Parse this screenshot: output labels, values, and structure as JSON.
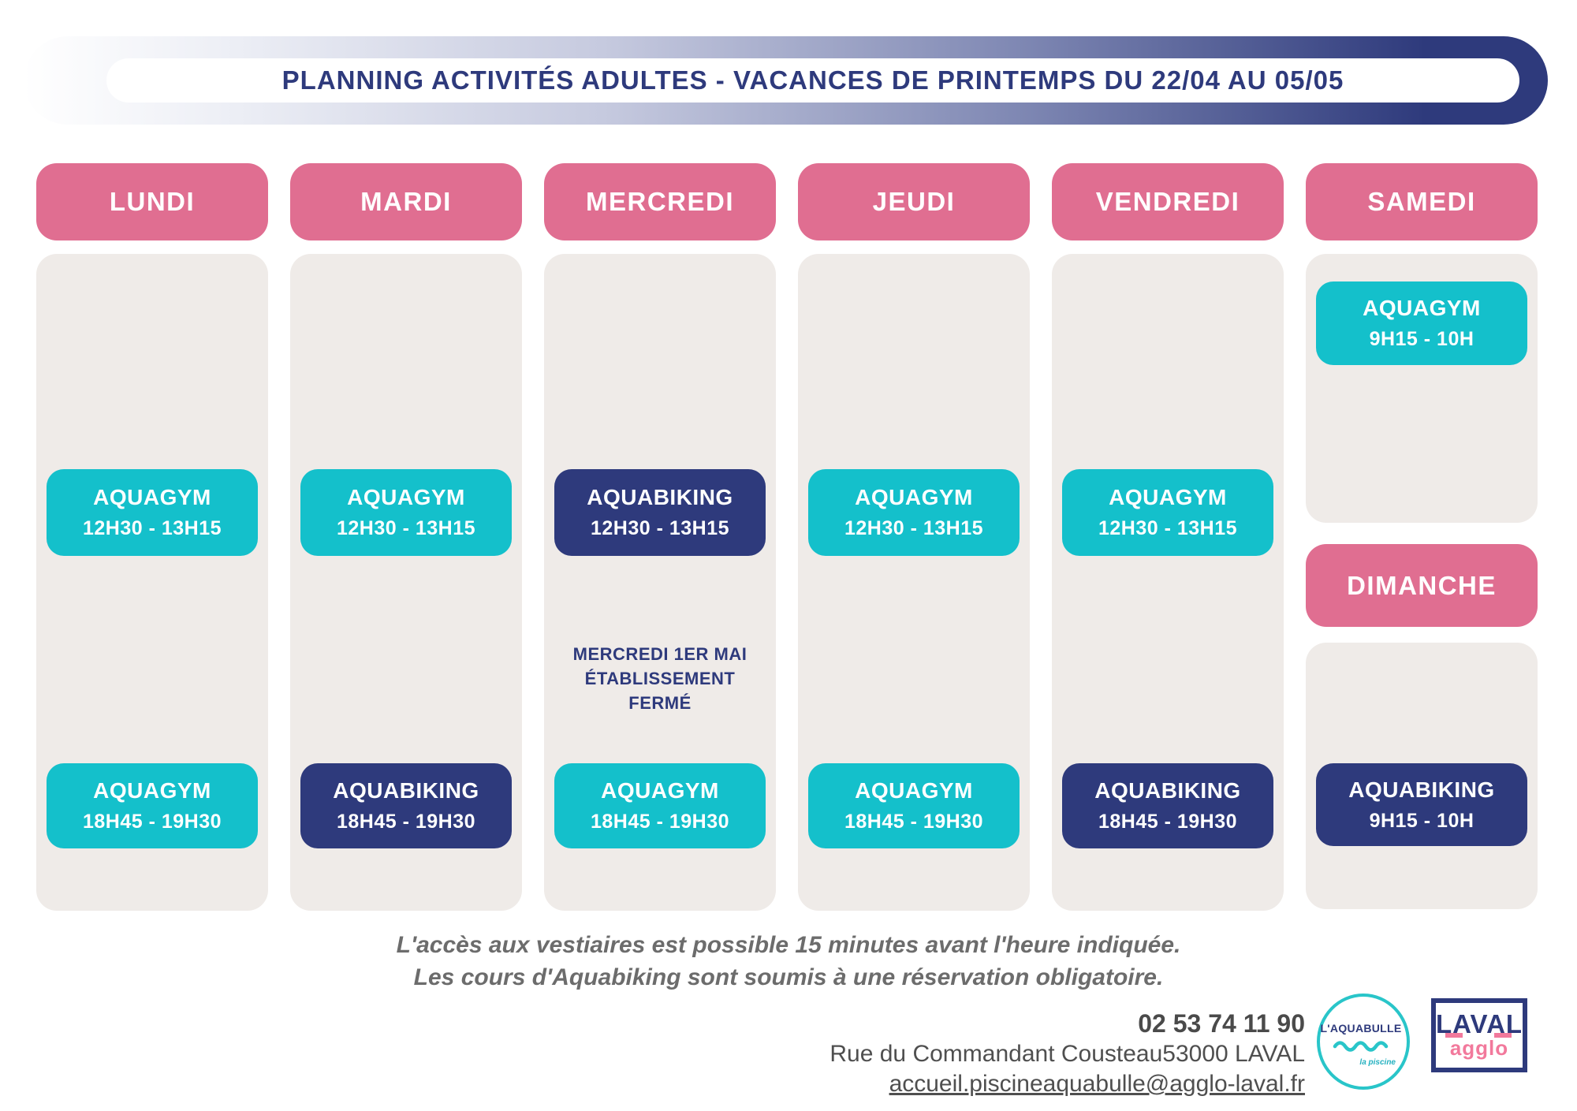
{
  "title": {
    "text": "PLANNING ACTIVITÉS ADULTES - VACANCES DE PRINTEMPS DU 22/04 AU 05/05"
  },
  "colors": {
    "pink": "#e06e91",
    "teal": "#14c0cb",
    "navy": "#2e3a7c",
    "panel_gray": "#efebe8"
  },
  "schedule": {
    "columns": [
      {
        "sections": [
          {
            "kind": "header",
            "label": "LUNDI"
          },
          {
            "kind": "panel",
            "slots": [
              {
                "kind": "activity",
                "style": "aquagym",
                "row": "midday",
                "title": "AQUAGYM",
                "time": "12H30 - 13H15"
              },
              {
                "kind": "activity",
                "style": "aquagym",
                "row": "evening",
                "title": "AQUAGYM",
                "time": "18H45 - 19H30"
              }
            ]
          }
        ]
      },
      {
        "sections": [
          {
            "kind": "header",
            "label": "MARDI"
          },
          {
            "kind": "panel",
            "slots": [
              {
                "kind": "activity",
                "style": "aquagym",
                "row": "midday",
                "title": "AQUAGYM",
                "time": "12H30 - 13H15"
              },
              {
                "kind": "activity",
                "style": "aquabiking",
                "row": "evening",
                "title": "AQUABIKING",
                "time": "18H45 - 19H30"
              }
            ]
          }
        ]
      },
      {
        "sections": [
          {
            "kind": "header",
            "label": "MERCREDI"
          },
          {
            "kind": "panel",
            "slots": [
              {
                "kind": "activity",
                "style": "aquabiking",
                "row": "midday",
                "title": "AQUABIKING",
                "time": "12H30 - 13H15"
              },
              {
                "kind": "note",
                "lines": [
                  "MERCREDI 1ER MAI",
                  "ÉTABLISSEMENT",
                  "FERMÉ"
                ]
              },
              {
                "kind": "activity",
                "style": "aquagym",
                "row": "evening",
                "title": "AQUAGYM",
                "time": "18H45 - 19H30"
              }
            ]
          }
        ]
      },
      {
        "sections": [
          {
            "kind": "header",
            "label": "JEUDI"
          },
          {
            "kind": "panel",
            "slots": [
              {
                "kind": "activity",
                "style": "aquagym",
                "row": "midday",
                "title": "AQUAGYM",
                "time": "12H30 - 13H15"
              },
              {
                "kind": "activity",
                "style": "aquagym",
                "row": "evening",
                "title": "AQUAGYM",
                "time": "18H45 - 19H30"
              }
            ]
          }
        ]
      },
      {
        "sections": [
          {
            "kind": "header",
            "label": "VENDREDI"
          },
          {
            "kind": "panel",
            "slots": [
              {
                "kind": "activity",
                "style": "aquagym",
                "row": "midday",
                "title": "AQUAGYM",
                "time": "12H30 - 13H15"
              },
              {
                "kind": "activity",
                "style": "aquabiking",
                "row": "evening",
                "title": "AQUABIKING",
                "time": "18H45 - 19H30"
              }
            ]
          }
        ]
      },
      {
        "sections": [
          {
            "kind": "header",
            "label": "SAMEDI"
          },
          {
            "kind": "panel",
            "slots": [
              {
                "kind": "activity",
                "style": "aquagym",
                "row": "morning",
                "title": "AQUAGYM",
                "time": "9H15 - 10H"
              }
            ]
          },
          {
            "kind": "header",
            "label": "DIMANCHE"
          },
          {
            "kind": "panel",
            "slots": [
              {
                "kind": "activity",
                "style": "aquabiking",
                "row": "morning",
                "title": "AQUABIKING",
                "time": "9H15 - 10H"
              }
            ]
          }
        ]
      }
    ]
  },
  "footer": {
    "note_line1": "L'accès aux vestiaires est possible 15 minutes avant l'heure indiquée.",
    "note_line2": "Les cours d'Aquabiking sont soumis à une réservation obligatoire.",
    "phone": "02 53 74 11 90",
    "address": "Rue du Commandant Cousteau53000 LAVAL",
    "email": "accueil.piscineaquabulle@agglo-laval.fr"
  },
  "logos": {
    "aquabulle": {
      "name": "L'AQUABULLE",
      "tagline": "la piscine"
    },
    "laval": {
      "name": "LAVAL",
      "sub": "agglo"
    }
  }
}
